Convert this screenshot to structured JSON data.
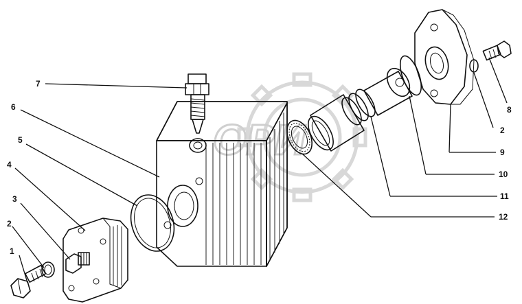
{
  "callouts": [
    {
      "id": "c1",
      "text": "1"
    },
    {
      "id": "c2a",
      "text": "2"
    },
    {
      "id": "c3",
      "text": "3"
    },
    {
      "id": "c4",
      "text": "4"
    },
    {
      "id": "c5",
      "text": "5"
    },
    {
      "id": "c6",
      "text": "6"
    },
    {
      "id": "c7",
      "text": "7"
    },
    {
      "id": "c8",
      "text": "8"
    },
    {
      "id": "c2b",
      "text": "2"
    },
    {
      "id": "c9",
      "text": "9"
    },
    {
      "id": "c10",
      "text": "10"
    },
    {
      "id": "c11",
      "text": "11"
    },
    {
      "id": "c12",
      "text": "12"
    }
  ],
  "watermark": {
    "text": "ОРИ"
  }
}
